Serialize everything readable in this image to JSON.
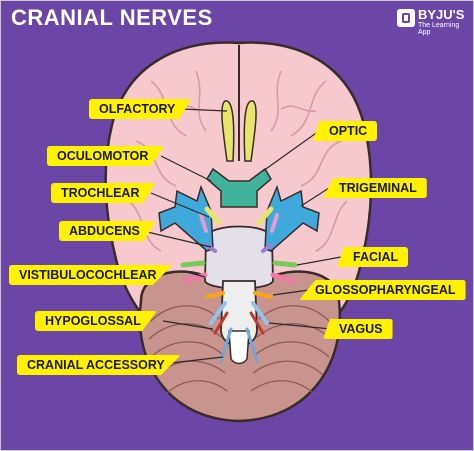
{
  "title": "CRANIAL NERVES",
  "brand": {
    "name": "BYJU'S",
    "tagline": "The Learning App"
  },
  "labels": {
    "olfactory": "OLFACTORY",
    "optic": "OPTIC",
    "oculomotor": "OCULOMOTOR",
    "trochlear": "TROCHLEAR",
    "trigeminal": "TRIGEMINAL",
    "abducens": "ABDUCENS",
    "facial": "FACIAL",
    "vestibulocochlear": "VISTIBULOCOCHLEAR",
    "glossopharyngeal": "GLOSSOPHARYNGEAL",
    "hypoglossal": "HYPOGLOSSAL",
    "vagus": "VAGUS",
    "accessory": "CRANIAL ACCESSORY"
  },
  "colors": {
    "background": "#6b46a6",
    "brain": "#f6c9cf",
    "label": "#fff200",
    "olfactory": "#e7e66a",
    "optic": "#41b39b",
    "trigeminal": "#3fa9dc",
    "cerebellum": "#c9938e"
  }
}
